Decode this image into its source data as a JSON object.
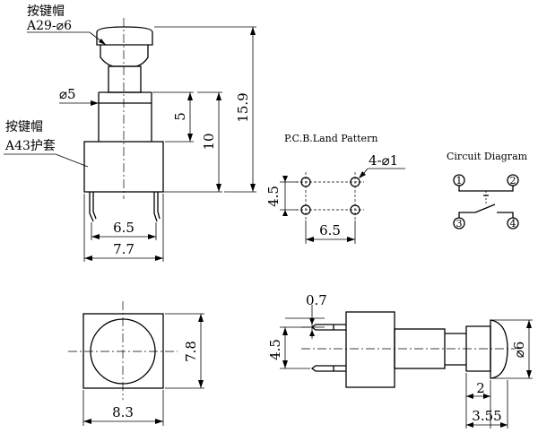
{
  "labels": {
    "cap_top_name": "按键帽",
    "cap_top_spec": "A29-⌀6",
    "cap_body_name": "按键帽",
    "cap_body_spec": "A43护套",
    "pcb_title": "P.C.B.Land Pattern",
    "circuit_title": "Circuit Diagram",
    "pcb_holes": "4-⌀1"
  },
  "dimensions": {
    "stem_dia": "⌀5",
    "stem_5": "5",
    "height_10": "10",
    "height_15_9": "15.9",
    "pin_pitch_6_5": "6.5",
    "body_7_7": "7.7",
    "pcb_4_5": "4.5",
    "pcb_6_5": "6.5",
    "top_8_3": "8.3",
    "top_7_8": "7.8",
    "side_0_7": "0.7",
    "side_4_5": "4.5",
    "side_dia6": "⌀6",
    "side_2": "2",
    "side_3_55": "3.55"
  },
  "circuit": {
    "pins": [
      "1",
      "2",
      "3",
      "4"
    ]
  }
}
